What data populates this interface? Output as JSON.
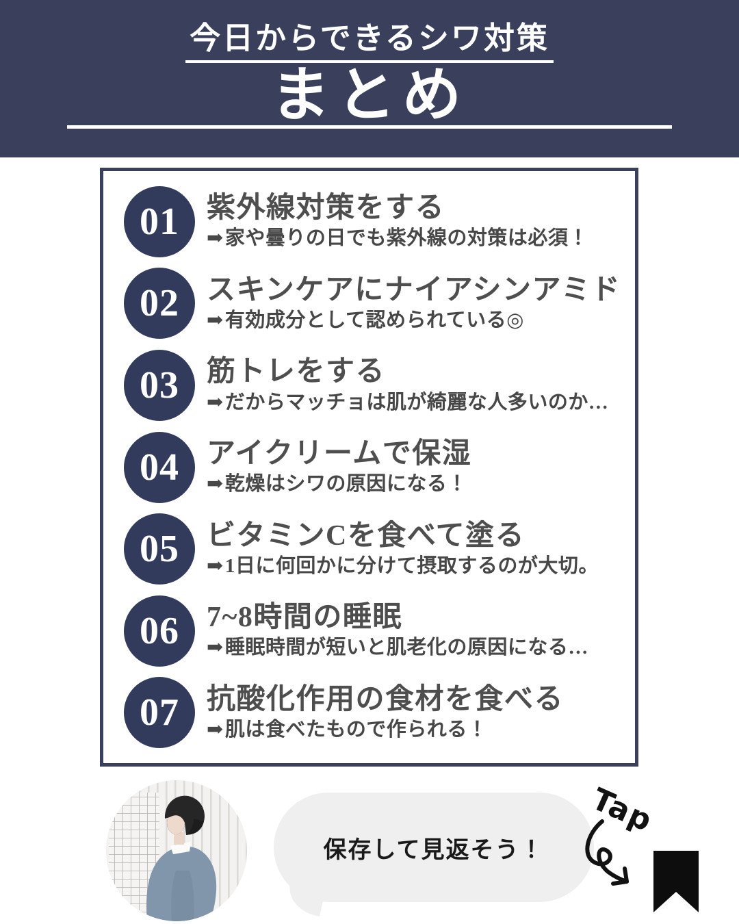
{
  "header": {
    "subtitle": "今日からできるシワ対策",
    "title": "まとめ"
  },
  "icons": {
    "detail_arrow": "➡",
    "bookmark_icon": "bookmark-ribbon",
    "curved_arrow_icon": "hand-drawn-curved-arrow"
  },
  "list": {
    "items": [
      {
        "number": "01",
        "title": "紫外線対策をする",
        "detail": "家や曇りの日でも紫外線の対策は必須！"
      },
      {
        "number": "02",
        "title": "スキンケアにナイアシンアミド",
        "detail": "有効成分として認められている◎"
      },
      {
        "number": "03",
        "title": "筋トレをする",
        "detail": "だからマッチョは肌が綺麗な人多いのか…"
      },
      {
        "number": "04",
        "title": "アイクリームで保湿",
        "detail": "乾燥はシワの原因になる！"
      },
      {
        "number": "05",
        "title": "ビタミンCを食べて塗る",
        "detail": "1日に何回かに分けて摂取するのが大切。"
      },
      {
        "number": "06",
        "title": "7~8時間の睡眠",
        "detail": "睡眠時間が短いと肌老化の原因になる…"
      },
      {
        "number": "07",
        "title": "抗酸化作用の食材を食べる",
        "detail": "肌は食べたもので作られる！"
      }
    ]
  },
  "footer": {
    "bubble_text": "保存して見返そう！",
    "tap_label": "Tap"
  },
  "colors": {
    "header_navy": "#3a3f5b",
    "badge_navy": "#333b5d",
    "heading_gray": "#4e4e4e",
    "detail_gray": "#474747",
    "bubble_gray": "#efefef",
    "ink_black": "#121212",
    "background_white": "#ffffff"
  }
}
